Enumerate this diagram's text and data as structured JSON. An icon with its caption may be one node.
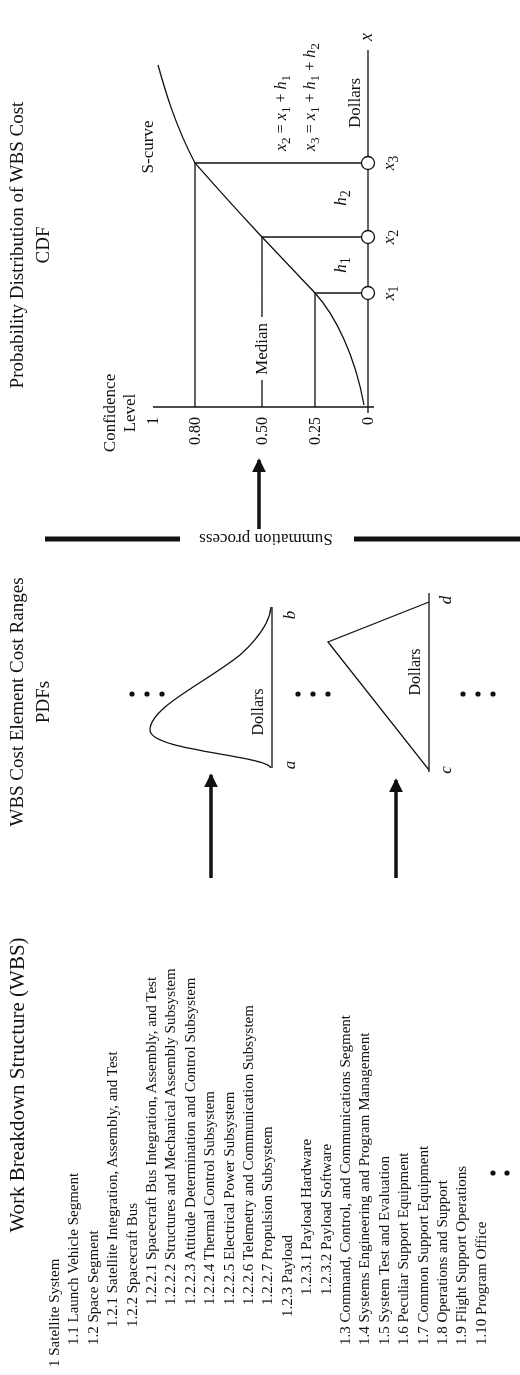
{
  "diagram": {
    "nodes": [
      {
        "text": [
          "Work Breakdown Structure (WBS)",
          "1 Satellite System",
          "1.1 Launch Vehicle Segment",
          "1.2 Space Segment",
          "1.2.1 Satellite Integration, Assembly, and Test",
          "1.2.2 Spacecraft Bus",
          "1.2.2.1 Spacecraft Bus Integration, Assembly, and Test",
          "1.2.2.2 Structures and Mechanical Assembly Subsystem",
          "1.2.2.3 Attitude Determination and Control Subsystem",
          "1.2.2.4 Thermal Control Subsystem",
          "1.2.2.5 Electrical Power Subsystem",
          "1.2.2.6 Telemetry and Communication Subsystem",
          "1.2.2.7 Propulsion Subsystem",
          "1.2.3 Payload",
          "1.2.3.1 Payload Hardware",
          "1.2.3.2 Payload Software",
          "1.3 Command, Control, and Communications Segment",
          "1.4 Systems Engineering and Program Management",
          "1.5 System Test and Evaluation",
          "1.6 Peculiar Support Equipment",
          "1.7 Common Support Equipment",
          "1.8 Operations and Support",
          "1.9 Flight Support Operations",
          "1.10 Program Office"
        ]
      },
      {
        "text": [
          "WBS Cost Element Cost Ranges",
          "PDFs"
        ]
      },
      {
        "text": [
          "Dollars",
          "a",
          "b"
        ],
        "in": 1
      },
      {
        "text": [
          "Dollars",
          "c",
          "d"
        ],
        "in": 1
      },
      {
        "text": [
          "Summation process"
        ]
      },
      {
        "text": [
          "Probability Distribution of WBS Cost",
          "CDF"
        ]
      }
    ],
    "edges": [
      {
        "from": 0,
        "to": 2,
        "arrow": "to"
      },
      {
        "from": 0,
        "to": 3,
        "arrow": "to"
      },
      {
        "from": 4,
        "to": 5,
        "arrow": "to"
      }
    ],
    "labels": [
      "Confidence Level",
      "1",
      "0.80",
      "0.50",
      "0.25",
      "0",
      "Median",
      "S-curve",
      "*h*$_{1}$",
      "*h*$_{2}$",
      "*x*$_{2}$ = *x*$_{1}$ + *h*$_{1}$",
      "*x*$_{3}$ = *x*$_{1}$ + *h*$_{1}$ + *h*$_{2}$",
      "Dollars",
      "x",
      "*x*$_{1}$",
      "*x*$_{2}$",
      "*x*$_{3}$"
    ]
  }
}
